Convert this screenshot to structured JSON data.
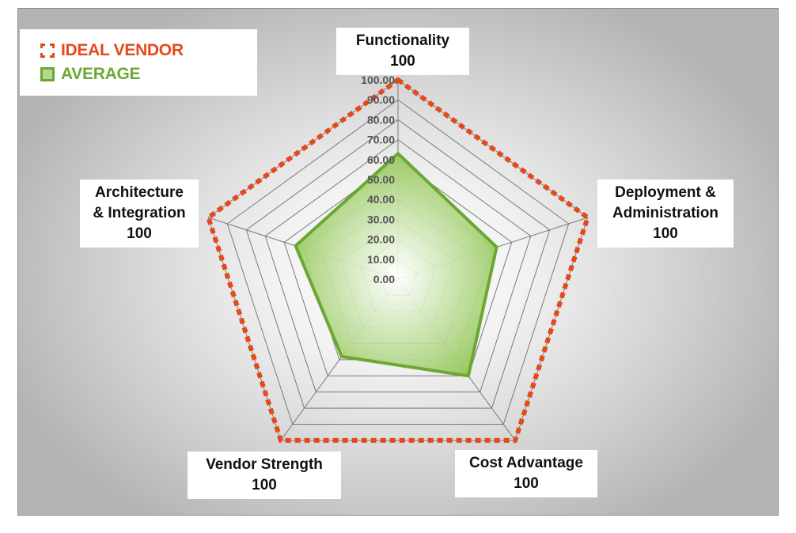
{
  "legend": {
    "ideal_label": "IDEAL VENDOR",
    "average_label": "AVERAGE"
  },
  "colors": {
    "ideal": "#e24a1b",
    "average_stroke": "#6aa832",
    "average_fill": "#8dc44f",
    "grid": "#7a7a7a",
    "tick_text": "#555555"
  },
  "axes": [
    {
      "line1": "Functionality",
      "line2": "",
      "score": "100"
    },
    {
      "line1": "Deployment &",
      "line2": "Administration",
      "score": "100"
    },
    {
      "line1": "Cost Advantage",
      "line2": "",
      "score": "100"
    },
    {
      "line1": "Vendor Strength",
      "line2": "",
      "score": "100"
    },
    {
      "line1": "Architecture",
      "line2": "& Integration",
      "score": "100"
    }
  ],
  "chart_data": {
    "type": "radar",
    "categories": [
      "Functionality",
      "Deployment & Administration",
      "Cost Advantage",
      "Vendor Strength",
      "Architecture & Integration"
    ],
    "series": [
      {
        "name": "IDEAL VENDOR",
        "values": [
          100,
          100,
          100,
          100,
          100
        ]
      },
      {
        "name": "AVERAGE",
        "values": [
          63,
          52,
          60,
          48,
          54
        ]
      }
    ],
    "rlim": [
      0,
      100
    ],
    "tick_step": 10,
    "tick_labels": [
      "0.00",
      "10.00",
      "20.00",
      "30.00",
      "40.00",
      "50.00",
      "60.00",
      "70.00",
      "80.00",
      "90.00",
      "100.00"
    ],
    "grid": true,
    "legend": "top-left"
  }
}
